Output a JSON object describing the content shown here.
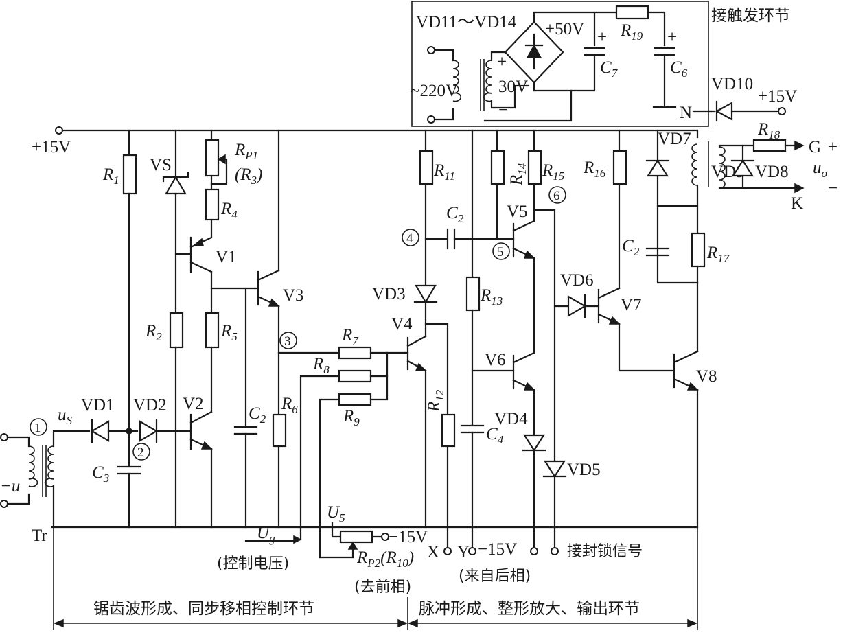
{
  "diagram": {
    "sections": {
      "trigger_power": "接触发环节",
      "sawtooth": "锯齿波形成、同步移相控制环节",
      "pulse": "脉冲形成、整形放大、输出环节"
    },
    "notes": {
      "control_voltage": "(控制电压)",
      "to_previous_phase": "(去前相)",
      "from_next_phase": "(来自后相)",
      "blocking_signal": "接封锁信号"
    },
    "supplies": {
      "rail": "+15V",
      "plus15_right": "+15V",
      "neg15_a": "−15V",
      "neg15_b": "−15V",
      "plus50": "+50V",
      "ac220": "~220V",
      "ac30": "30V",
      "bridge": "VD11～VD14"
    },
    "terminals": {
      "x": "X",
      "y": "Y",
      "n": "N",
      "g": "G",
      "k": "K",
      "plus": "+",
      "minus": "−",
      "tr_plus": "+",
      "tr_minus": "−",
      "input": "−u"
    },
    "nodes": [
      "1",
      "2",
      "3",
      "4",
      "5",
      "6"
    ],
    "components": {
      "R1": "R",
      "VS": "VS",
      "RP1": "R",
      "R3": "(R",
      "R4": "R",
      "R2": "R",
      "R5": "R",
      "R6": "R",
      "R7": "R",
      "R8": "R",
      "R9": "R",
      "R11": "R",
      "R12": "R",
      "R13": "R",
      "R14": "R",
      "R15": "R",
      "R16": "R",
      "R17": "R",
      "R18": "R",
      "R19": "R",
      "RP2": "R",
      "R10": "(R",
      "C2a": "C",
      "C2b": "C",
      "C2c": "C",
      "C3": "C",
      "C4": "C",
      "C6": "C",
      "C7": "C",
      "V1": "V1",
      "V2": "V2",
      "V3": "V3",
      "V4": "V4",
      "V5": "V5",
      "V6": "V6",
      "V7": "V7",
      "V8": "V8",
      "VD1": "VD1",
      "VD2": "VD2",
      "VD3": "VD3",
      "VD4": "VD4",
      "VD5": "VD5",
      "VD6": "VD6",
      "VD7": "VD7",
      "VD8": "VD8",
      "VD9": "VD9",
      "VD10": "VD10",
      "Tr": "Tr",
      "uS": "u",
      "uS_sub": "S",
      "Ug": "U",
      "Ug_sub": "g",
      "U5": "U",
      "U5_sub": "5",
      "uo": "u",
      "uo_sub": "o"
    },
    "subscripts": {
      "R1": "1",
      "RP1": "P1",
      "R3": "3",
      "R4": "4",
      "R2": "2",
      "R5": "5",
      "R6": "6",
      "R7": "7",
      "R8": "8",
      "R9": "9",
      "R11": "11",
      "R12": "12",
      "R13": "13",
      "R14": "14",
      "R15": "15",
      "R16": "16",
      "R17": "17",
      "R18": "18",
      "R19": "19",
      "RP2": "P2",
      "R10": "10",
      "C2": "2",
      "C3": "3",
      "C4": "4",
      "C6": "6",
      "C7": "7",
      "close": ")"
    }
  }
}
